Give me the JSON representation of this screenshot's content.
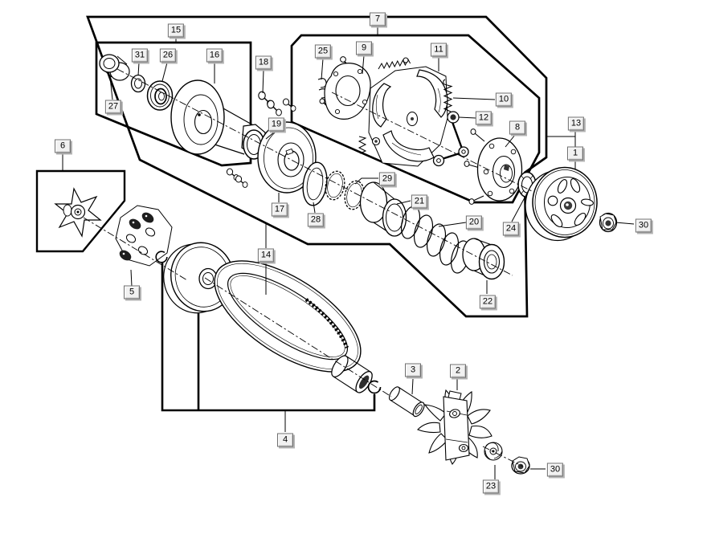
{
  "colors": {
    "background": "#ffffff",
    "line": "#000000",
    "label_bg": "#f1f1f1",
    "label_border": "#6e6e6e",
    "label_shadow": "#b4b4b4"
  },
  "callouts": {
    "c1": "1",
    "c2": "2",
    "c3": "3",
    "c4": "4",
    "c5": "5",
    "c6": "6",
    "c7": "7",
    "c8": "8",
    "c9": "9",
    "c10": "10",
    "c11": "11",
    "c12": "12",
    "c13": "13",
    "c14": "14",
    "c15": "15",
    "c16": "16",
    "c17": "17",
    "c18": "18",
    "c19": "19",
    "c20": "20",
    "c21": "21",
    "c22": "22",
    "c23": "23",
    "c24": "24",
    "c25": "25",
    "c26": "26",
    "c27": "27",
    "c28": "28",
    "c29": "29",
    "c30": "30",
    "c31": "31"
  }
}
